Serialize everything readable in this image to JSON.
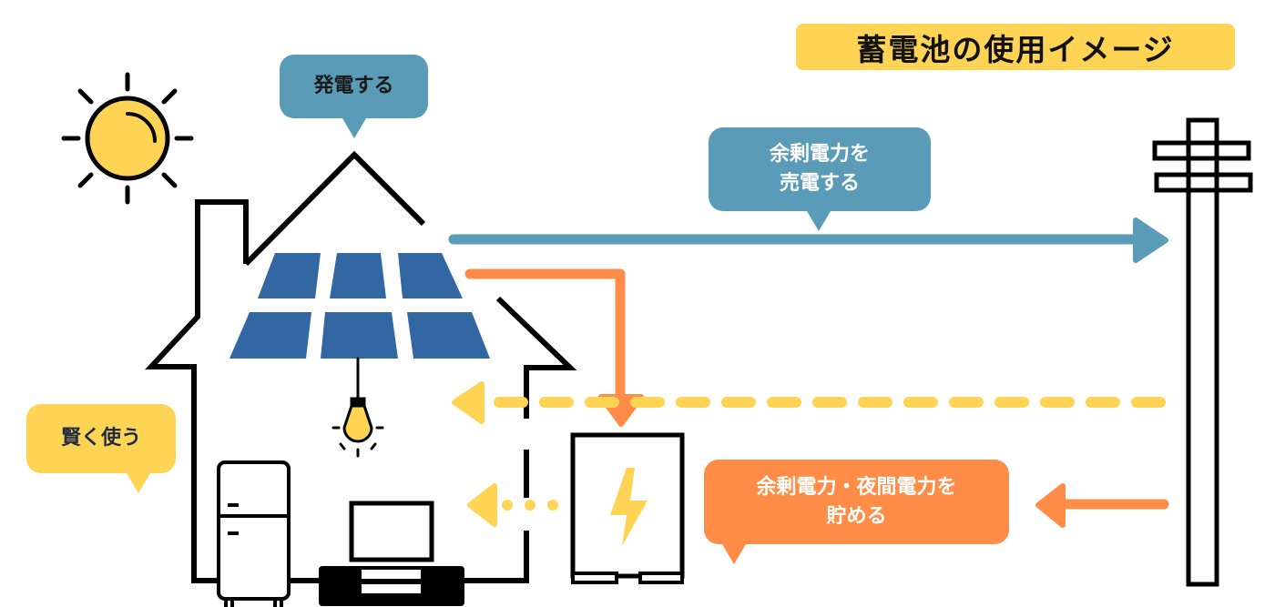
{
  "title": "蓄電池の使用イメージ",
  "bubbles": {
    "generate": {
      "lines": [
        "発電する"
      ]
    },
    "sell": {
      "lines": [
        "余剰電力を",
        "売電する"
      ]
    },
    "store": {
      "lines": [
        "余剰電力・夜間電力を",
        "貯める"
      ]
    },
    "use": {
      "lines": [
        "賢く使う"
      ]
    }
  },
  "colors": {
    "blue_flow": "#5A9BB8",
    "orange_flow": "#FF8C47",
    "yellow": "#FFD454",
    "panel_blue": "#3267A3",
    "outline": "#000000"
  },
  "flows": [
    {
      "id": "sell-to-grid",
      "from": "solar-panel",
      "to": "utility-pole",
      "style": "solid",
      "color": "blue_flow"
    },
    {
      "id": "solar-to-battery",
      "from": "solar-panel",
      "to": "battery",
      "style": "solid",
      "color": "orange_flow"
    },
    {
      "id": "grid-to-house",
      "from": "utility-pole",
      "to": "house",
      "style": "dashed",
      "color": "yellow"
    },
    {
      "id": "battery-to-house",
      "from": "battery",
      "to": "house",
      "style": "dotted",
      "color": "yellow"
    },
    {
      "id": "grid-to-battery",
      "from": "utility-pole",
      "to": "battery",
      "style": "solid",
      "color": "orange_flow"
    }
  ]
}
